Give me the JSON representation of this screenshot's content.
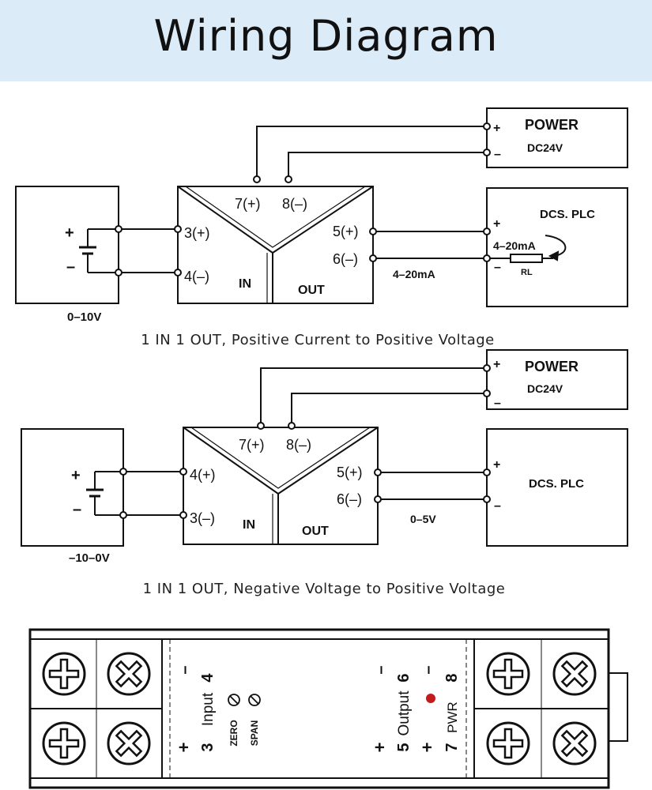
{
  "title": "Wiring Diagram",
  "diagram1": {
    "source_range": "0–10V",
    "terminals": {
      "t7": "7(+)",
      "t8": "8(–)",
      "in_pos": "3(+)",
      "in_neg": "4(–)",
      "out_pos": "5(+)",
      "out_neg": "6(–)"
    },
    "in_label": "IN",
    "out_label": "OUT",
    "signal": "4–20mA",
    "power_title": "POWER",
    "power_spec": "DC24V",
    "plc_title": "DCS. PLC",
    "loop_label": "4–20mA",
    "resistor_label": "RL",
    "plus": "+",
    "minus": "–",
    "caption": "1 IN 1 OUT, Positive Current to Positive Voltage"
  },
  "diagram2": {
    "source_range": "–10–0V",
    "terminals": {
      "t7": "7(+)",
      "t8": "8(–)",
      "in_pos": "4(+)",
      "in_neg": "3(–)",
      "out_pos": "5(+)",
      "out_neg": "6(–)"
    },
    "in_label": "IN",
    "out_label": "OUT",
    "signal": "0–5V",
    "power_title": "POWER",
    "power_spec": "DC24V",
    "plc_title": "DCS. PLC",
    "plus": "+",
    "minus": "–",
    "caption": "1 IN 1 OUT, Negative Voltage to Positive Voltage"
  },
  "module": {
    "left_top_minus": "–",
    "left_top_num": "4",
    "input_label": "Input",
    "left_bottom_plus": "+",
    "left_bottom_num": "3",
    "zero_label": "ZERO",
    "span_label": "SPAN",
    "output_top_minus": "–",
    "output_top_num": "6",
    "output_label": "Output",
    "output_bottom_plus": "+",
    "output_bottom_num": "5",
    "pwr_top_minus": "–",
    "pwr_top_num": "8",
    "pwr_label": "PWR",
    "pwr_bottom_plus": "+",
    "pwr_bottom_num": "7",
    "led_color": "#c41a1a"
  }
}
